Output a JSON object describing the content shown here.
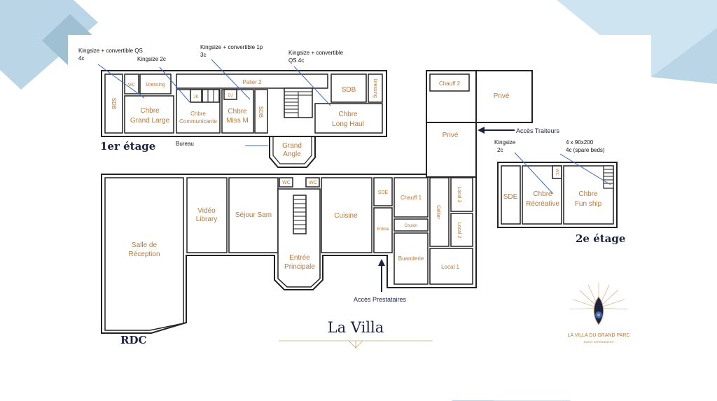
{
  "colors": {
    "room_text": "#b8783a",
    "navy": "#1c2340",
    "pointer": "#3b67c4",
    "wall": "#222222",
    "deco_light": "#b9d5e6",
    "deco_dark": "#9fbfd2"
  },
  "title": "La Villa",
  "brand": {
    "name": "LA VILLA DU GRAND PARC",
    "tagline": "EVENT EXPERIENCES"
  },
  "floors": {
    "first": "1er étage",
    "ground": "RDC",
    "second": "2e étage"
  },
  "first_floor": {
    "sdb_left": "SDB",
    "wc": "WC",
    "dressing": "Dressing",
    "jk": "JK",
    "dj": "DJ",
    "palier": "Palier 2",
    "chbre_grand_large": [
      "Chbre",
      "Grand Large"
    ],
    "chbre_communicante": [
      "Chbre",
      "Communicante"
    ],
    "chbre_miss_m": [
      "Chbre",
      "Miss M"
    ],
    "sdb_mid": "SDB",
    "sdb_right": "SDB",
    "dressing_right": "Dressing",
    "chbre_long_haul": [
      "Chbre",
      "Long Haul"
    ],
    "bureau": "Bureau",
    "grand_angle": [
      "Grand",
      "Angle"
    ],
    "chauff2": "Chauff 2",
    "prive_top": "Privé",
    "prive_mid": "Privé"
  },
  "notes": {
    "n1": [
      "Kingsize + convertible QS",
      "4c"
    ],
    "n2": [
      "Kingsize  2c"
    ],
    "n3": [
      "Kingsize + convertible 1p",
      "3c"
    ],
    "n4": [
      "Kingsize + convertible",
      "QS 4c"
    ],
    "n5": [
      "Kingsize",
      "2c"
    ],
    "n6": [
      "4 x 90x200",
      "4c (spare beds)"
    ]
  },
  "access": {
    "traiteurs": "Accès Traiteurs",
    "prestataires": "Accès Prestataires"
  },
  "ground_floor": {
    "salle": [
      "Salle de",
      "Réception"
    ],
    "video": [
      "Vidéo",
      "Library"
    ],
    "sejour": "Séjour Sam",
    "wc1": "WC",
    "wc2": "WC",
    "entree_principale": [
      "Entrée",
      "Principale"
    ],
    "cuisine": "Cuisine",
    "sde": "SDE",
    "entree": "Entrée",
    "chauff1": "Chauff 1",
    "couloir": "Couloir",
    "buanderie": "Buanderie",
    "cellier": "Cellier",
    "local3": "Local 3",
    "local2": "Local 2",
    "local1": "Local 1"
  },
  "second_floor": {
    "sde": "SDE",
    "wc": "WC",
    "chbre_recreative": [
      "Chbre",
      "Récréative"
    ],
    "chbre_fun_ship": [
      "Chbre",
      "Fun ship"
    ]
  }
}
